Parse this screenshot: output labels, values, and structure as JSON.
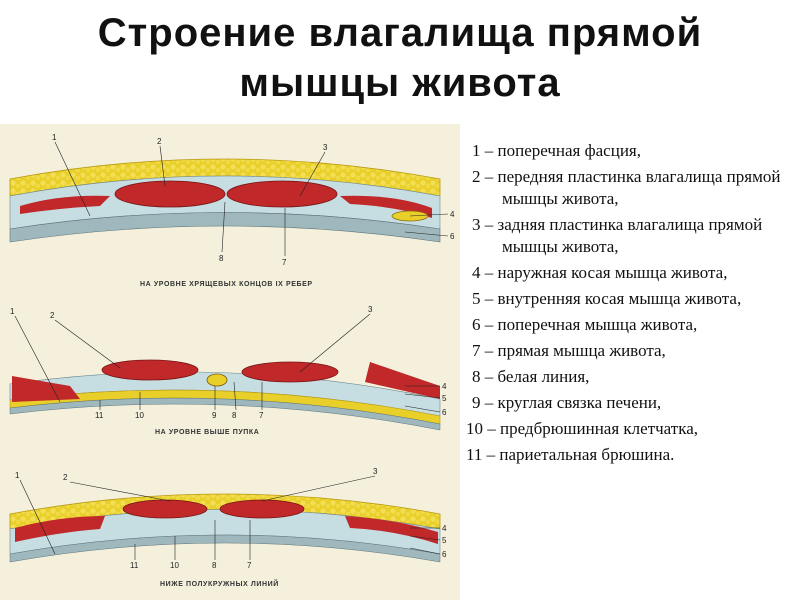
{
  "title": {
    "line1": "Строение влагалища прямой",
    "line2": "мышцы живота"
  },
  "diagram": {
    "captions": [
      "НА УРОВНЕ ХРЯЩЕВЫХ КОНЦОВ IX РЕБЕР",
      "НА УРОВНЕ ВЫШЕ ПУПКА",
      "НИЖЕ ПОЛУКРУЖНЫХ ЛИНИЙ"
    ],
    "labels": {
      "n1": "1",
      "n2": "2",
      "n3": "3",
      "n4": "4",
      "n5": "5",
      "n6": "6",
      "n7": "7",
      "n8": "8",
      "n9": "9",
      "n10": "10",
      "n11": "11"
    }
  },
  "legend": {
    "items": [
      "1 – поперечная фасция,",
      "2 – передняя пластинка влагалища прямой мышцы живота,",
      "3 – задняя пластинка влагалища прямой мышцы живота,",
      "4 – наружная косая мышца живота,",
      "5 – внутренняя косая мышца живота,",
      "6 – поперечная мышца живота,",
      "7 – прямая мышца живота,",
      "8 –  белая линия,",
      "9 – круглая связка печени,",
      "10 – предбрюшинная клетчатка,",
      "11 – париетальная брюшина."
    ]
  },
  "colors": {
    "fat": "#e8cf2a",
    "muscle": "#c0282a",
    "fascia": "#c6dde2",
    "peritoneum": "#9fb8bd",
    "background": "#f4f0dc"
  }
}
